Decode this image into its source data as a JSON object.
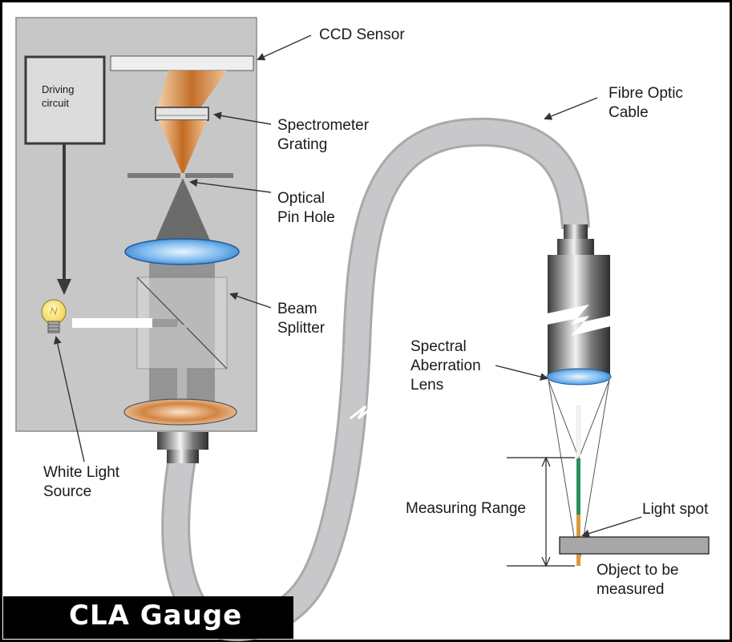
{
  "title": "CLA Gauge",
  "labels": {
    "driving_circuit": [
      "Driving",
      "circuit"
    ],
    "ccd_sensor": "CCD Sensor",
    "spectrometer_grating": [
      "Spectrometer",
      "Grating"
    ],
    "optical_pin_hole": [
      "Optical",
      "Pin Hole"
    ],
    "beam_splitter": [
      "Beam",
      "Splitter"
    ],
    "white_light_source": [
      "White Light",
      "Source"
    ],
    "fibre_optic_cable": [
      "Fibre Optic",
      "Cable"
    ],
    "spectral_aberration_lens": [
      "Spectral",
      "Aberration",
      "Lens"
    ],
    "measuring_range": "Measuring Range",
    "light_spot": "Light spot",
    "object": [
      "Object to be",
      "measured"
    ]
  },
  "colors": {
    "housing": "#c9c9ca",
    "cable": "#c3c3c5",
    "light_beam": "#c8772e",
    "lens_blue": "#5fa9e6",
    "title_bg": "#000000",
    "title_text": "#ffffff"
  }
}
